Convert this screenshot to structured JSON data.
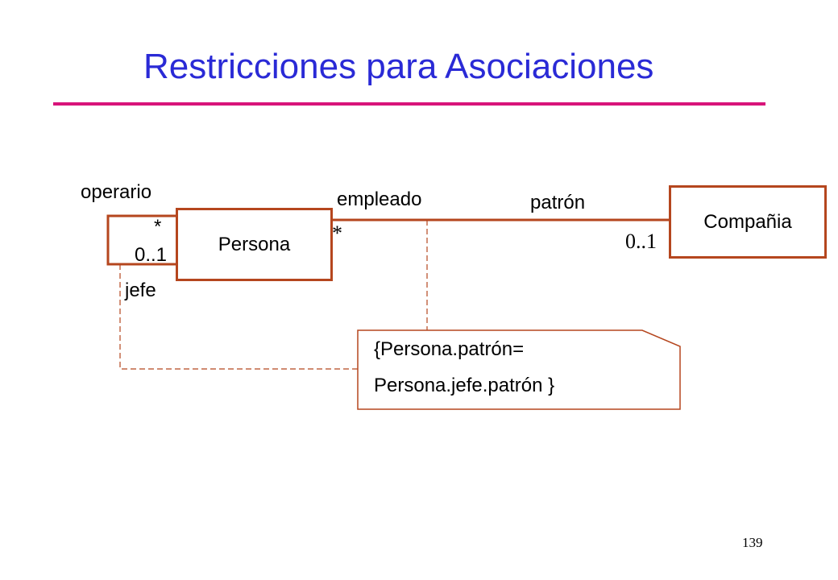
{
  "title": "Restricciones para Asociaciones",
  "classes": {
    "persona": "Persona",
    "compania": "Compañia"
  },
  "roles": {
    "operario": "operario",
    "jefe": "jefe",
    "empleado": "empleado",
    "patron": "patrón"
  },
  "multiplicities": {
    "operario": "*",
    "jefe": "0..1",
    "empleado": "*",
    "patron": "0..1"
  },
  "note": {
    "line1": "{Persona.patrón=",
    "line2": "Persona.jefe.patrón }"
  },
  "page_number": "139",
  "colors": {
    "title": "#2a2ad6",
    "rule": "#d8147a",
    "box_border": "#b5461e"
  }
}
